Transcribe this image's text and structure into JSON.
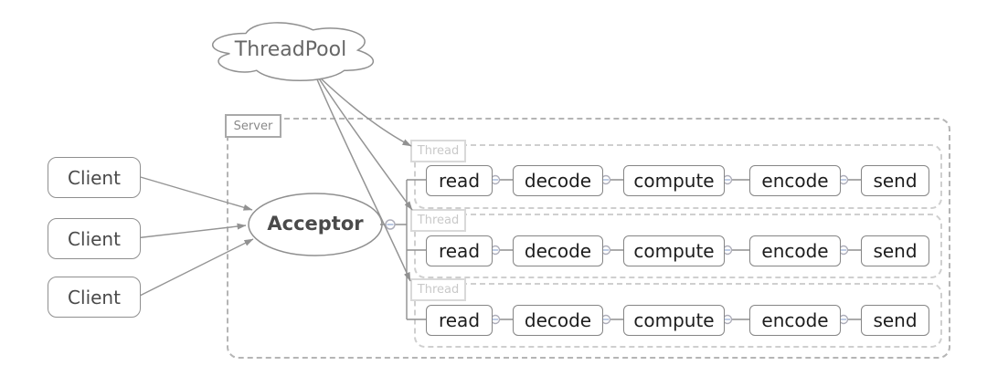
{
  "threadpool": {
    "label": "ThreadPool"
  },
  "clients": [
    {
      "label": "Client"
    },
    {
      "label": "Client"
    },
    {
      "label": "Client"
    }
  ],
  "acceptor": {
    "label": "Acceptor"
  },
  "server": {
    "label": "Server",
    "threads": [
      {
        "label": "Thread",
        "steps": [
          "read",
          "decode",
          "compute",
          "encode",
          "send"
        ]
      },
      {
        "label": "Thread",
        "steps": [
          "read",
          "decode",
          "compute",
          "encode",
          "send"
        ]
      },
      {
        "label": "Thread",
        "steps": [
          "read",
          "decode",
          "compute",
          "encode",
          "send"
        ]
      }
    ]
  },
  "colors": {
    "line": "#949494",
    "arrow": "#919191",
    "node_border": "#8a8a8a",
    "node_text": "#1d1d1d",
    "server_dash": "#b5b5b5",
    "thread_dash": "#cfcfcf",
    "thread_label_text": "#c9c9c9",
    "server_label_text": "#8a8a8a",
    "port_circle": "#aeaeba",
    "port_minus": "#a3b7da"
  }
}
